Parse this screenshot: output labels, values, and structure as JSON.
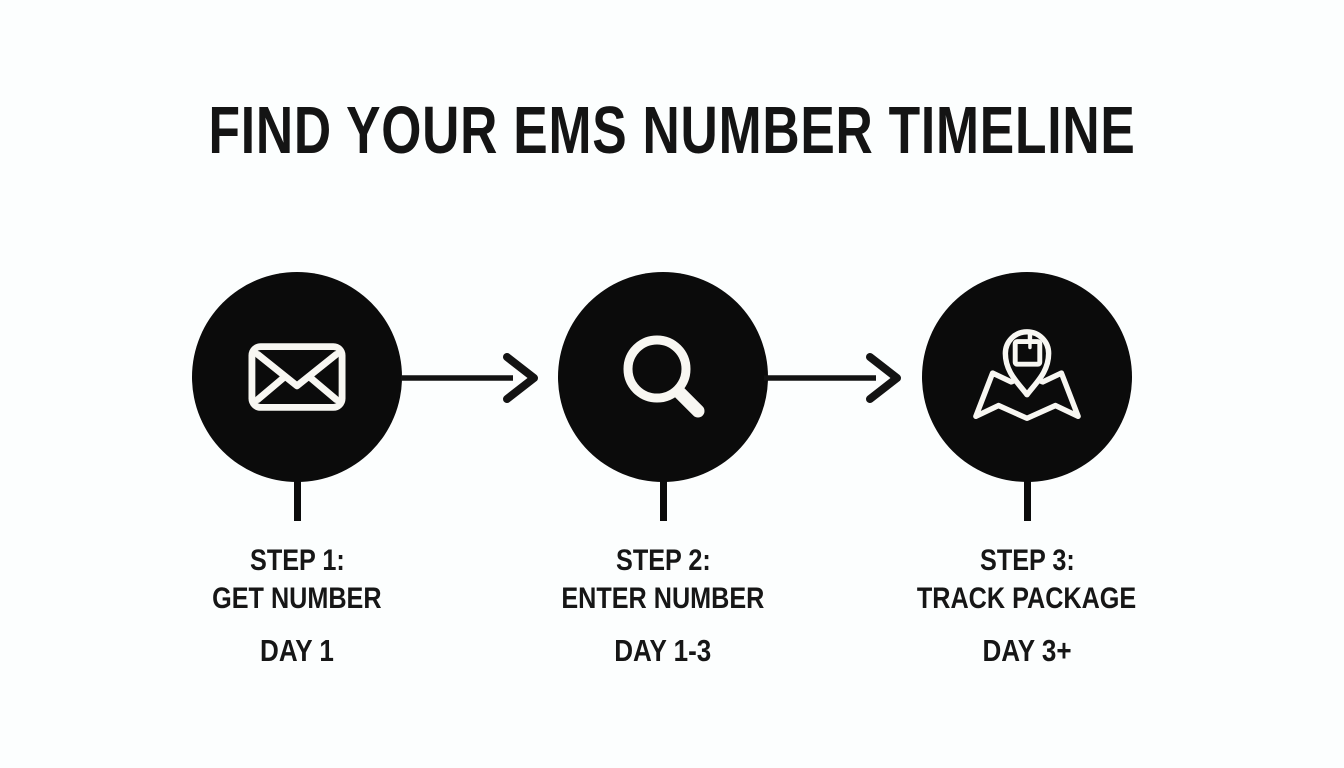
{
  "title": "FIND YOUR EMS NUMBER TIMELINE",
  "colors": {
    "background": "#fcfefe",
    "node_fill": "#0b0b0b",
    "text": "#151515",
    "icon_stroke": "#f8f7f2",
    "arrow": "#131313"
  },
  "steps": [
    {
      "icon": "envelope-icon",
      "step_label": "STEP 1:",
      "action": "GET NUMBER",
      "day": "DAY 1"
    },
    {
      "icon": "search-icon",
      "step_label": "STEP 2:",
      "action": "ENTER NUMBER",
      "day": "DAY 1-3"
    },
    {
      "icon": "map-package-icon",
      "step_label": "STEP 3:",
      "action": "TRACK PACKAGE",
      "day": "DAY 3+"
    }
  ]
}
